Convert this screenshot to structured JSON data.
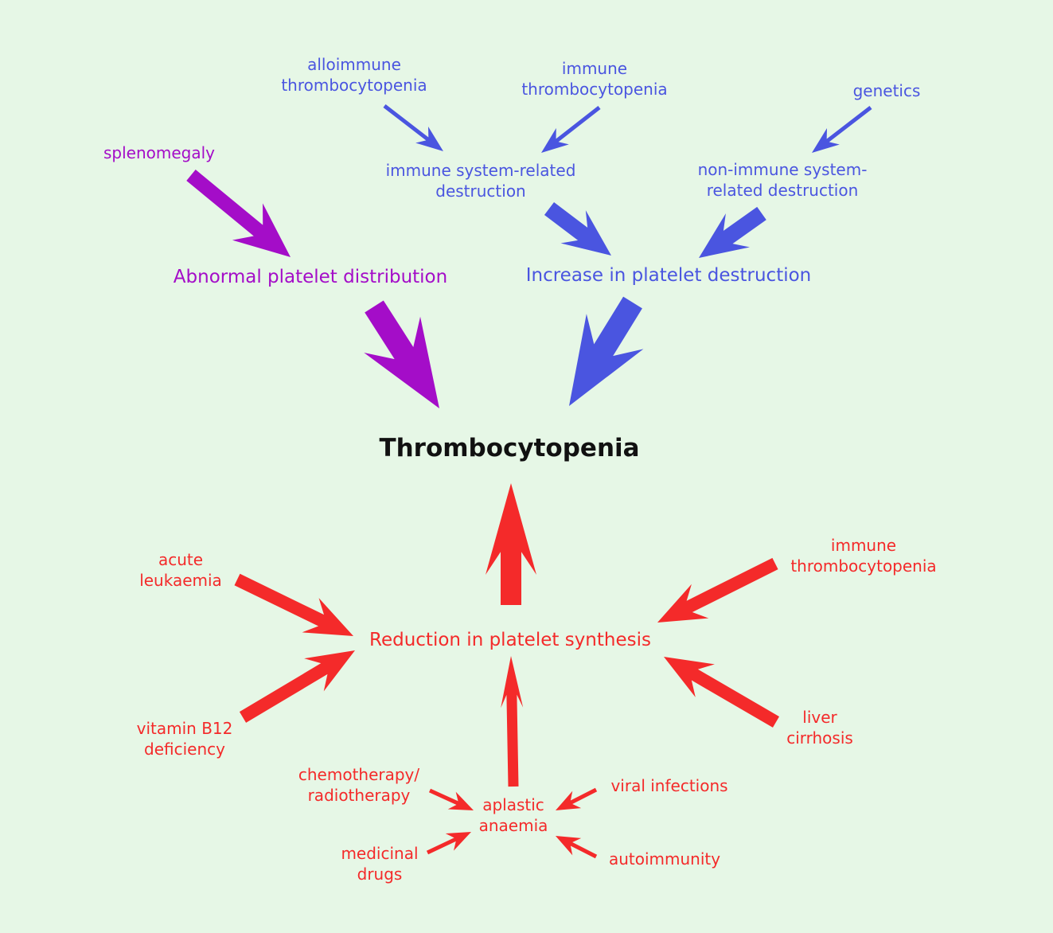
{
  "colors": {
    "background": "#e6f7e6",
    "purple": "#a40dc8",
    "blue": "#4a55e0",
    "red": "#f42a2a",
    "title": "#111111"
  },
  "title": "Thrombocytopenia",
  "distribution": {
    "label": "Abnormal platelet distribution",
    "causes": [
      "splenomegaly"
    ]
  },
  "destruction": {
    "label": "Increase in platelet destruction",
    "immune": {
      "label": "immune system-related\ndestruction",
      "causes": [
        "alloimmune\nthrombocytopenia",
        "immune\nthrombocytopenia"
      ]
    },
    "non_immune": {
      "label": "non-immune system-\nrelated destruction",
      "causes": [
        "genetics"
      ]
    }
  },
  "synthesis": {
    "label": "Reduction in platelet synthesis",
    "causes": [
      "acute\nleukaemia",
      "vitamin B12\ndeficiency",
      "immune\nthrombocytopenia",
      "liver\ncirrhosis"
    ],
    "aplastic": {
      "label": "aplastic\nanaemia",
      "causes": [
        "chemotherapy/\nradiotherapy",
        "medicinal\ndrugs",
        "viral infections",
        "autoimmunity"
      ]
    }
  }
}
